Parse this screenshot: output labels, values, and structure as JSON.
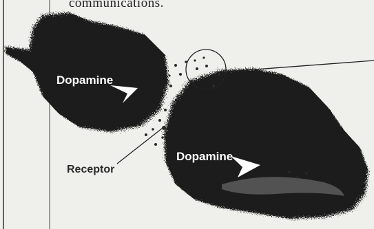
{
  "caption": "communications.",
  "labels": {
    "dopamine_left": "Dopamine",
    "dopamine_right": "Dopamine",
    "receptor": "Receptor"
  },
  "colors": {
    "paper": "#efefec",
    "neuron": "#1c1c1c",
    "label_text": "#ffffff",
    "line": "#222222"
  }
}
